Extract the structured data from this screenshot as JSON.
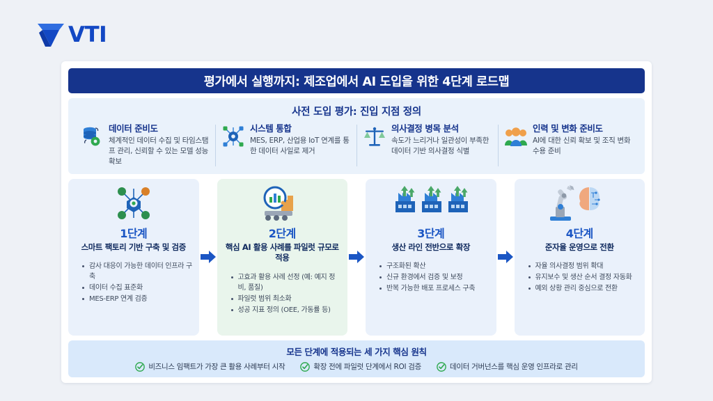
{
  "brand": {
    "logo_text": "VTI",
    "logo_mark_name": "vti-triangle-logo",
    "primary_color": "#16348c",
    "accent_color": "#1b56c4",
    "green_color": "#3f9e57",
    "background_color": "#eef1f6"
  },
  "title": "평가에서 실행까지: 제조업에서 AI 도입을 위한 4단계 로드맵",
  "assessment": {
    "heading": "사전 도입 평가: 진입 지점 정의",
    "items": [
      {
        "icon": "database-gear-icon",
        "heading": "데이터 준비도",
        "desc": "체계적인 데이터 수집 및 타임스탬프 관리, 신뢰할 수 있는 모델 성능 확보"
      },
      {
        "icon": "network-integration-icon",
        "heading": "시스템 통합",
        "desc": "MES, ERP, 산업용 IoT 연계를 통한 데이터 사일로 제거"
      },
      {
        "icon": "balance-scale-icon",
        "heading": "의사결정 병목 분석",
        "desc": "속도가 느리거나 일관성이 부족한 데이터 기반 의사결정 식별"
      },
      {
        "icon": "people-group-icon",
        "heading": "인력 및 변화 준비도",
        "desc": "AI에 대한 신뢰 확보 및 조직 변화 수용 준비"
      }
    ]
  },
  "stages": [
    {
      "icon": "smart-factory-gear-icon",
      "number": "1단계",
      "name": "스마트 팩토리 기반 구축 및 검증",
      "theme": "blue",
      "bullets": [
        "감사 대응이 가능한 데이터 인프라 구축",
        "데이터 수집 표준화",
        "MES-ERP 연계 검증"
      ]
    },
    {
      "icon": "conveyor-analytics-icon",
      "number": "2단계",
      "name": "핵심 AI 활용 사례를 파일럿 규모로 적용",
      "theme": "green",
      "bullets": [
        "고효과 활용 사례 선정 (예: 예지 정비, 품질)",
        "파일럿 범위 최소화",
        "성공 지표 정의 (OEE, 가동률 등)"
      ]
    },
    {
      "icon": "factories-growth-icon",
      "number": "3단계",
      "name": "생산 라인 전반으로 확장",
      "theme": "blue",
      "bullets": [
        "구조화된 확산",
        "신규 환경에서 검증 및 보정",
        "반복 가능한 배포 프로세스 구축"
      ]
    },
    {
      "icon": "robot-arm-brain-icon",
      "number": "4단계",
      "name": "준자율 운영으로 전환",
      "theme": "blue",
      "bullets": [
        "자율 의사결정 범위 확대",
        "유지보수 및 생산 순서 결정 자동화",
        "예외 상황 관리 중심으로 전환"
      ]
    }
  ],
  "principles": {
    "heading": "모든 단계에 적용되는 세 가지 핵심 원칙",
    "items": [
      "비즈니스 임팩트가 가장 큰 활용 사례부터 시작",
      "확장 전에 파일럿 단계에서 ROI 검증",
      "데이터 거버넌스를 핵심 운영 인프라로 관리"
    ]
  }
}
